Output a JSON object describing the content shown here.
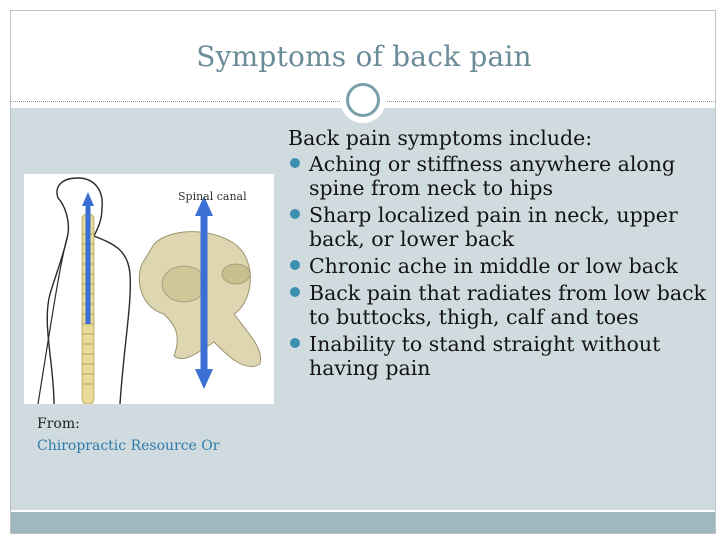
{
  "slide": {
    "title": "Symptoms of back pain",
    "intro": "Back pain symptoms include:",
    "bullets": [
      "Aching or stiffness anywhere along spine from neck to hips",
      "Sharp localized pain in neck, upper back, or lower back",
      "Chronic ache in middle or low back",
      "Back pain that radiates from low back to buttocks, thigh, calf and toes",
      "Inability to stand straight without having pain"
    ],
    "image_label": "Spinal canal",
    "caption_from": "From:",
    "caption_link": "Chiropractic Resource Or"
  },
  "colors": {
    "title": "#6a8c98",
    "content_background": "#d0dbe0",
    "bottom_bar": "#9fb8bf",
    "bullet": "#3d8fb0",
    "link": "#2f7aa8"
  },
  "icons": {
    "title_ornament": "circle-ornament-icon",
    "bullet": "bullet-dot-icon"
  }
}
